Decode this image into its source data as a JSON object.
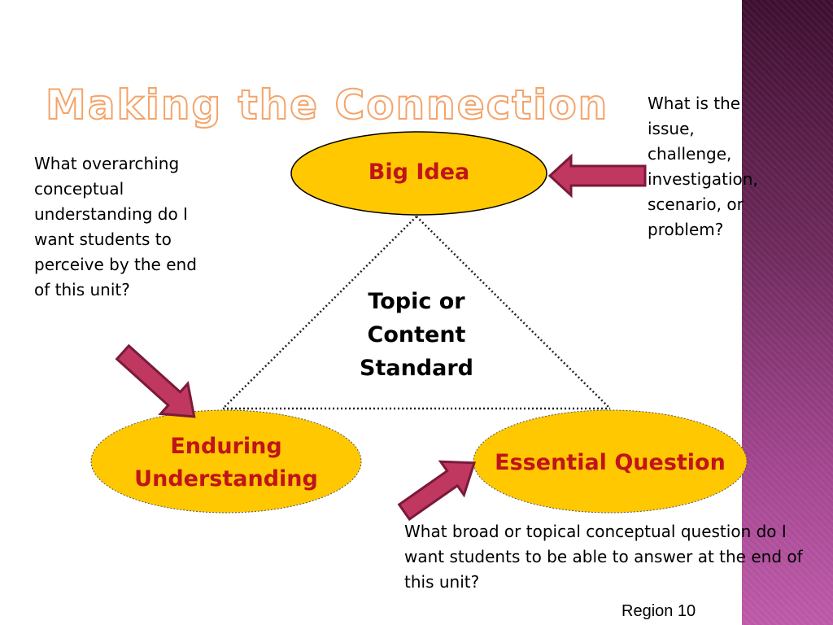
{
  "title": "Making the Connection",
  "nodes": {
    "big_idea": "Big Idea",
    "enduring_understanding": "Enduring\nUnderstanding",
    "essential_question": "Essential Question",
    "topic": "Topic or Content Standard"
  },
  "notes": {
    "left": "What overarching conceptual understanding do I want students to perceive by the end of this unit?",
    "right": "What is the issue, challenge, investigation, scenario, or problem?",
    "bottom": "What broad or topical conceptual question do I want students to be able to answer at the end of this unit?"
  },
  "footer": "Region 10",
  "colors": {
    "ellipse_fill": "#ffc800",
    "ellipse_label": "#c0141c",
    "arrow_fill": "#c0375f",
    "arrow_stroke": "#7a1a3a",
    "sidebar": "#7a2f67"
  }
}
